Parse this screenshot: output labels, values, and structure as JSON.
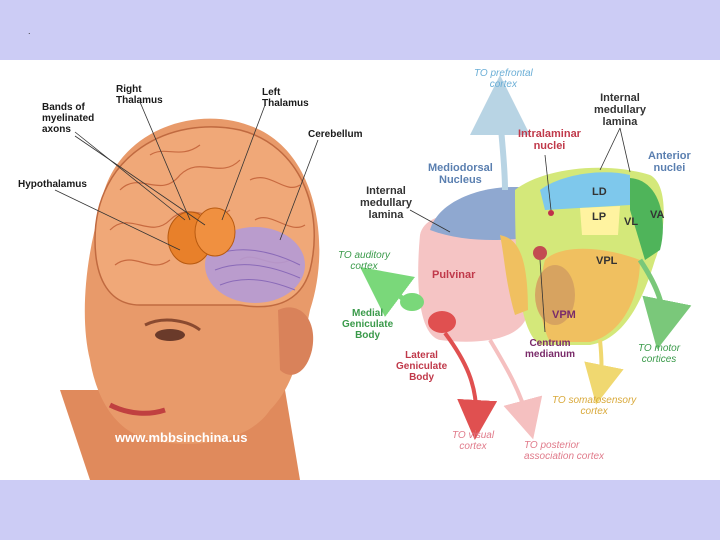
{
  "slide_mark": ".",
  "watermark": "www.mbbsinchina.us",
  "left_figure": {
    "right_thalamus": [
      "Right",
      "Thalamus"
    ],
    "left_thalamus": [
      "Left",
      "Thalamus"
    ],
    "bands": [
      "Bands of",
      "myelinated",
      "axons"
    ],
    "hypothalamus": "Hypothalamus",
    "cerebellum": "Cerebellum"
  },
  "right_figure": {
    "to_prefrontal": [
      "TO prefrontal",
      "cortex"
    ],
    "internal_medullary_top": [
      "Internal",
      "medullary",
      "lamina"
    ],
    "intralaminar": [
      "Intralaminar",
      "nuclei"
    ],
    "anterior": [
      "Anterior",
      "nuclei"
    ],
    "mediodorsal": [
      "Mediodorsal",
      "Nucleus"
    ],
    "internal_medullary_left": [
      "Internal",
      "medullary",
      "lamina"
    ],
    "ld": "LD",
    "lp": "LP",
    "vl": "VL",
    "va": "VA",
    "vpl": "VPL",
    "vpm": "VPM",
    "pulvinar": "Pulvinar",
    "to_auditory": [
      "TO auditory",
      "cortex"
    ],
    "medial_geniculate": [
      "Medial",
      "Geniculate",
      "Body"
    ],
    "lateral_geniculate": [
      "Lateral",
      "Geniculate",
      "Body"
    ],
    "centrum_medianum": [
      "Centrum",
      "medianum"
    ],
    "to_motor": [
      "TO motor",
      "cortices"
    ],
    "to_somatosensory": [
      "TO somatosensory",
      "cortex"
    ],
    "to_visual": [
      "TO visual",
      "cortex"
    ],
    "to_posterior": [
      "TO posterior",
      "association cortex"
    ]
  },
  "colors": {
    "background": "#ccccf5",
    "skin": "#e89a6a",
    "brain": "#f0a878",
    "thalamus": "#e8802a",
    "cerebellum": "#b49ad6",
    "pulvinar": "#f5c4c4",
    "mediodorsal": "#8fa8d0",
    "ld": "#7ec8ec",
    "lp": "#fff3a0",
    "vl": "#d4e87a",
    "va": "#4fb45a",
    "vpl": "#f0c060",
    "vpm": "#d4a060",
    "motor_arrow": "#7ac87a",
    "somatosensory_arrow": "#f0d870",
    "visual_arrow": "#e05050",
    "posterior_arrow": "#f5c0c0",
    "auditory_arrow": "#7ad87a",
    "prefrontal_arrow": "#b8d4e4"
  }
}
